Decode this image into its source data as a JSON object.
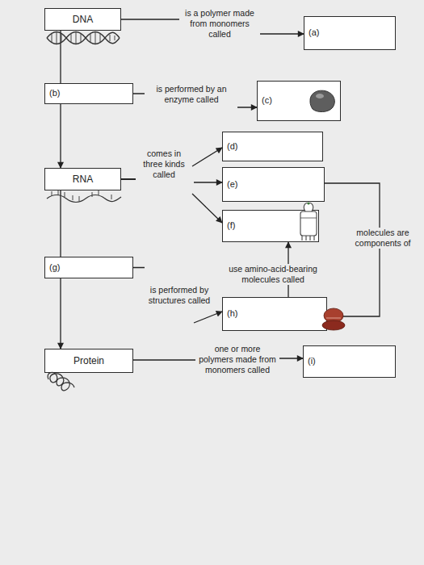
{
  "diagram": {
    "nodes": [
      {
        "text": [
          "DNA"
        ]
      },
      {
        "text": [
          "(a)"
        ]
      },
      {
        "text": [
          "(b)"
        ]
      },
      {
        "text": [
          "(c)"
        ]
      },
      {
        "text": [
          "(d)"
        ]
      },
      {
        "text": [
          "RNA"
        ]
      },
      {
        "text": [
          "(e)"
        ]
      },
      {
        "text": [
          "(f)"
        ]
      },
      {
        "text": [
          "(g)"
        ]
      },
      {
        "text": [
          "(h)"
        ]
      },
      {
        "text": [
          "Protein"
        ]
      },
      {
        "text": [
          "(i)"
        ]
      }
    ],
    "edges": [
      {
        "from": 0,
        "to": 1,
        "label": "is a polymer made from monomers called",
        "arrow": "to"
      },
      {
        "from": 0,
        "to": 2,
        "arrow": "none"
      },
      {
        "from": 2,
        "to": 3,
        "label": "is performed by an enzyme called",
        "arrow": "to"
      },
      {
        "from": 2,
        "to": 5,
        "arrow": "to"
      },
      {
        "from": 5,
        "to": 4,
        "arrow": "to"
      },
      {
        "from": 5,
        "to": 6,
        "label": "comes in three kinds called",
        "arrow": "to"
      },
      {
        "from": 5,
        "to": 7,
        "arrow": "to"
      },
      {
        "from": 6,
        "to": 9,
        "label": "molecules are components of",
        "arrow": "to"
      },
      {
        "from": 9,
        "to": 7,
        "label": "use amino-acid-bearing molecules called",
        "arrow": "to"
      },
      {
        "from": 5,
        "to": 8,
        "arrow": "none"
      },
      {
        "from": 8,
        "to": 9,
        "label": "is performed by structures called",
        "arrow": "to"
      },
      {
        "from": 8,
        "to": 10,
        "arrow": "to"
      },
      {
        "from": 10,
        "to": 11,
        "label": "one or more polymers made from monomers called",
        "arrow": "to"
      }
    ]
  }
}
